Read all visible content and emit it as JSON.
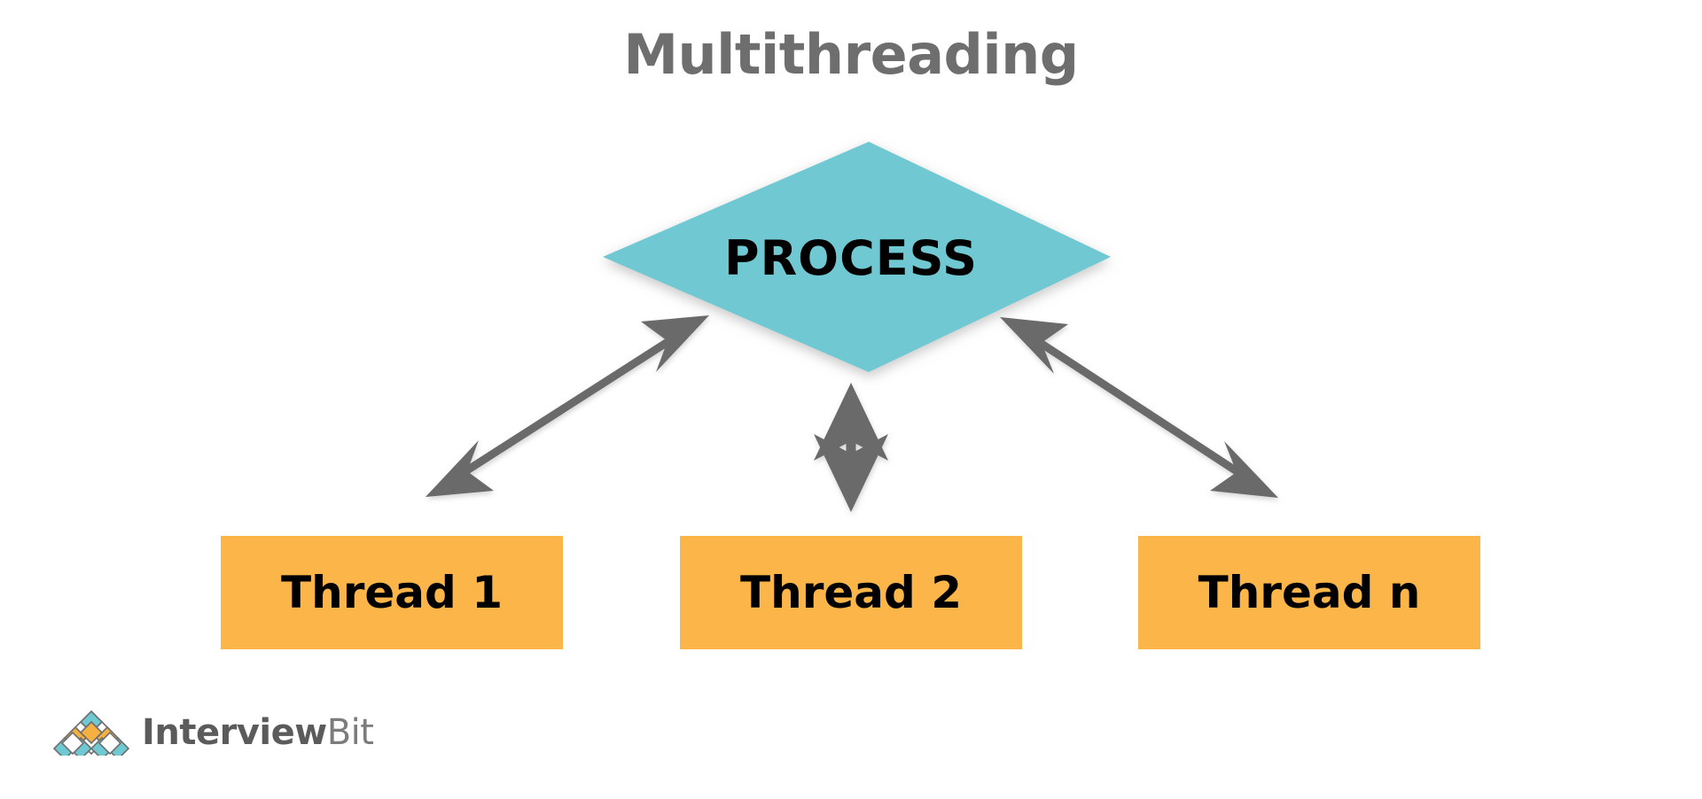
{
  "title": "Multithreading",
  "process": {
    "label": "PROCESS",
    "shape": "diamond",
    "fill": "#6fc9d2"
  },
  "threads": [
    {
      "label": "Thread 1"
    },
    {
      "label": "Thread 2"
    },
    {
      "label": "Thread n"
    }
  ],
  "arrows": [
    {
      "name": "process-to-thread-1",
      "style": "double-headed"
    },
    {
      "name": "process-to-thread-2",
      "style": "double-headed"
    },
    {
      "name": "process-to-thread-n",
      "style": "double-headed"
    }
  ],
  "colors": {
    "title": "#6e6e6e",
    "diamond": "#6fc9d2",
    "thread_box": "#fbb549",
    "arrow": "#6b6b6b",
    "text": "#000000",
    "background": "#ffffff",
    "logo_teal": "#6fc9d2",
    "logo_orange": "#f5b042",
    "logo_outline": "#6e6e6e"
  },
  "logo": {
    "word_primary": "Interview",
    "word_secondary": "Bit"
  }
}
